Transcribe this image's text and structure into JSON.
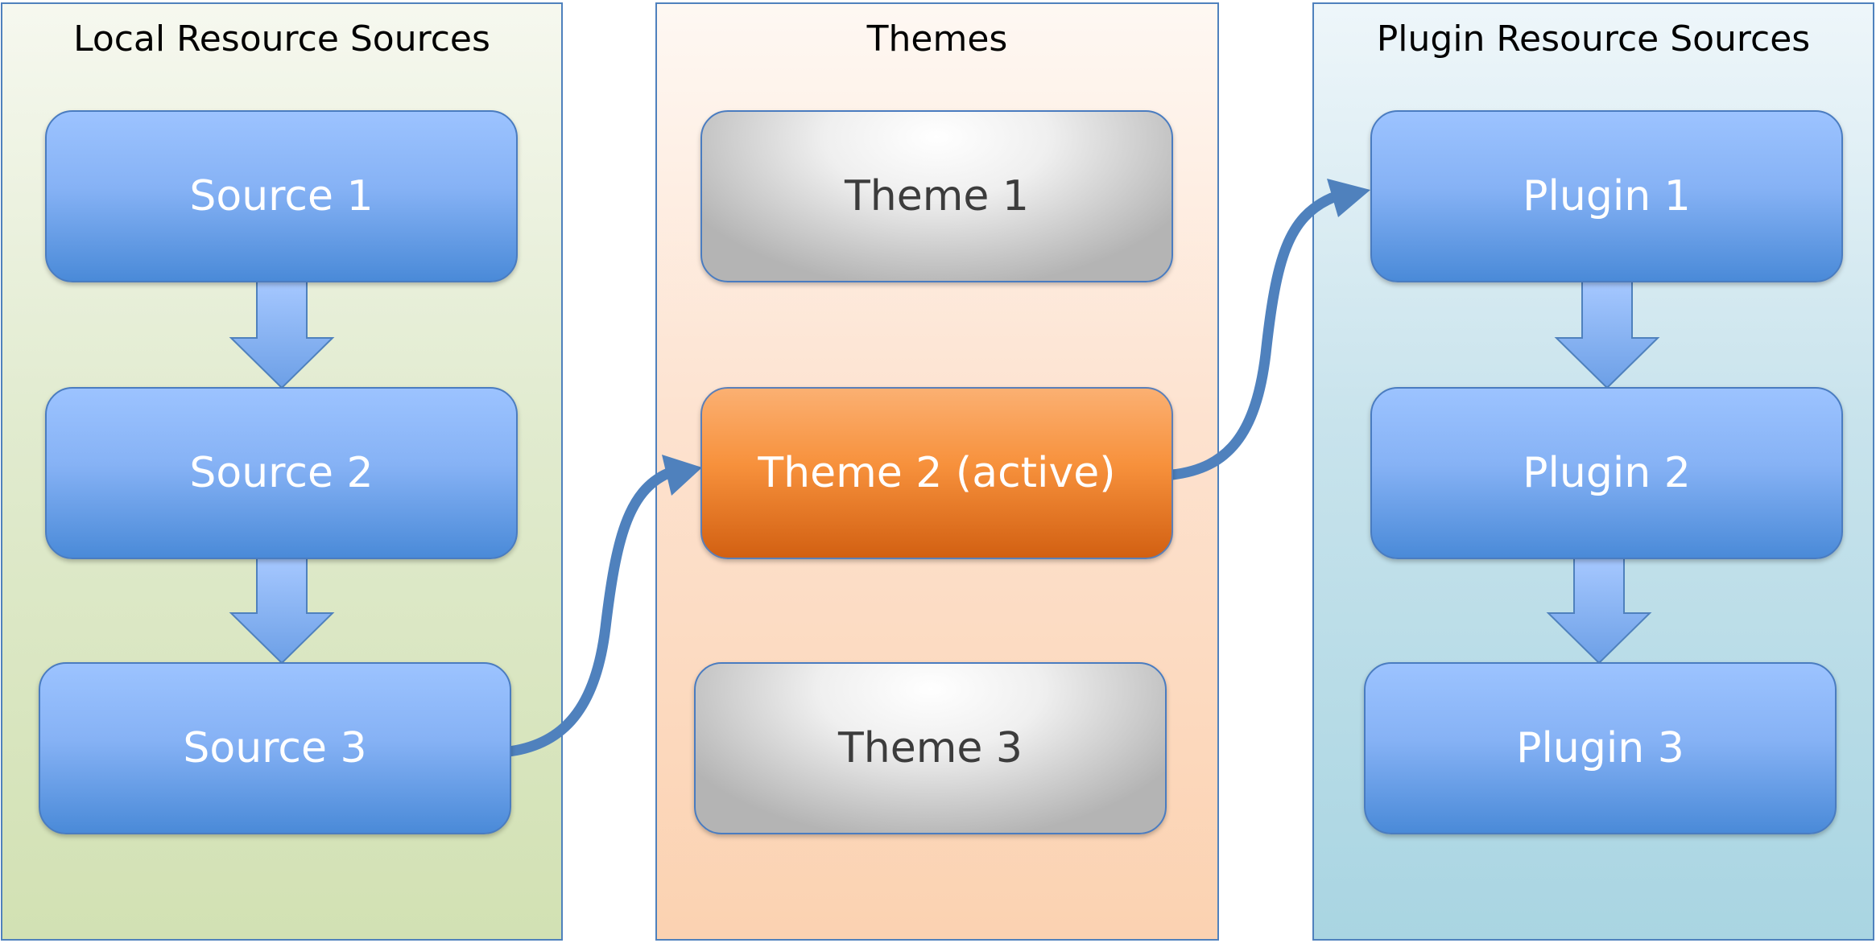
{
  "panels": {
    "local": {
      "title": "Local Resource Sources",
      "items": [
        "Source 1",
        "Source 2",
        "Source 3"
      ]
    },
    "themes": {
      "title": "Themes",
      "items": [
        "Theme 1",
        "Theme 2 (active)",
        "Theme 3"
      ],
      "active_index": 1
    },
    "plugin": {
      "title": "Plugin Resource Sources",
      "items": [
        "Plugin 1",
        "Plugin 2",
        "Plugin 3"
      ]
    }
  },
  "colors": {
    "arrow": "#4f81bd",
    "source_box": "#8ab4f8",
    "active_theme": "#f7913c",
    "inactive_theme": "#d9d9d9"
  }
}
